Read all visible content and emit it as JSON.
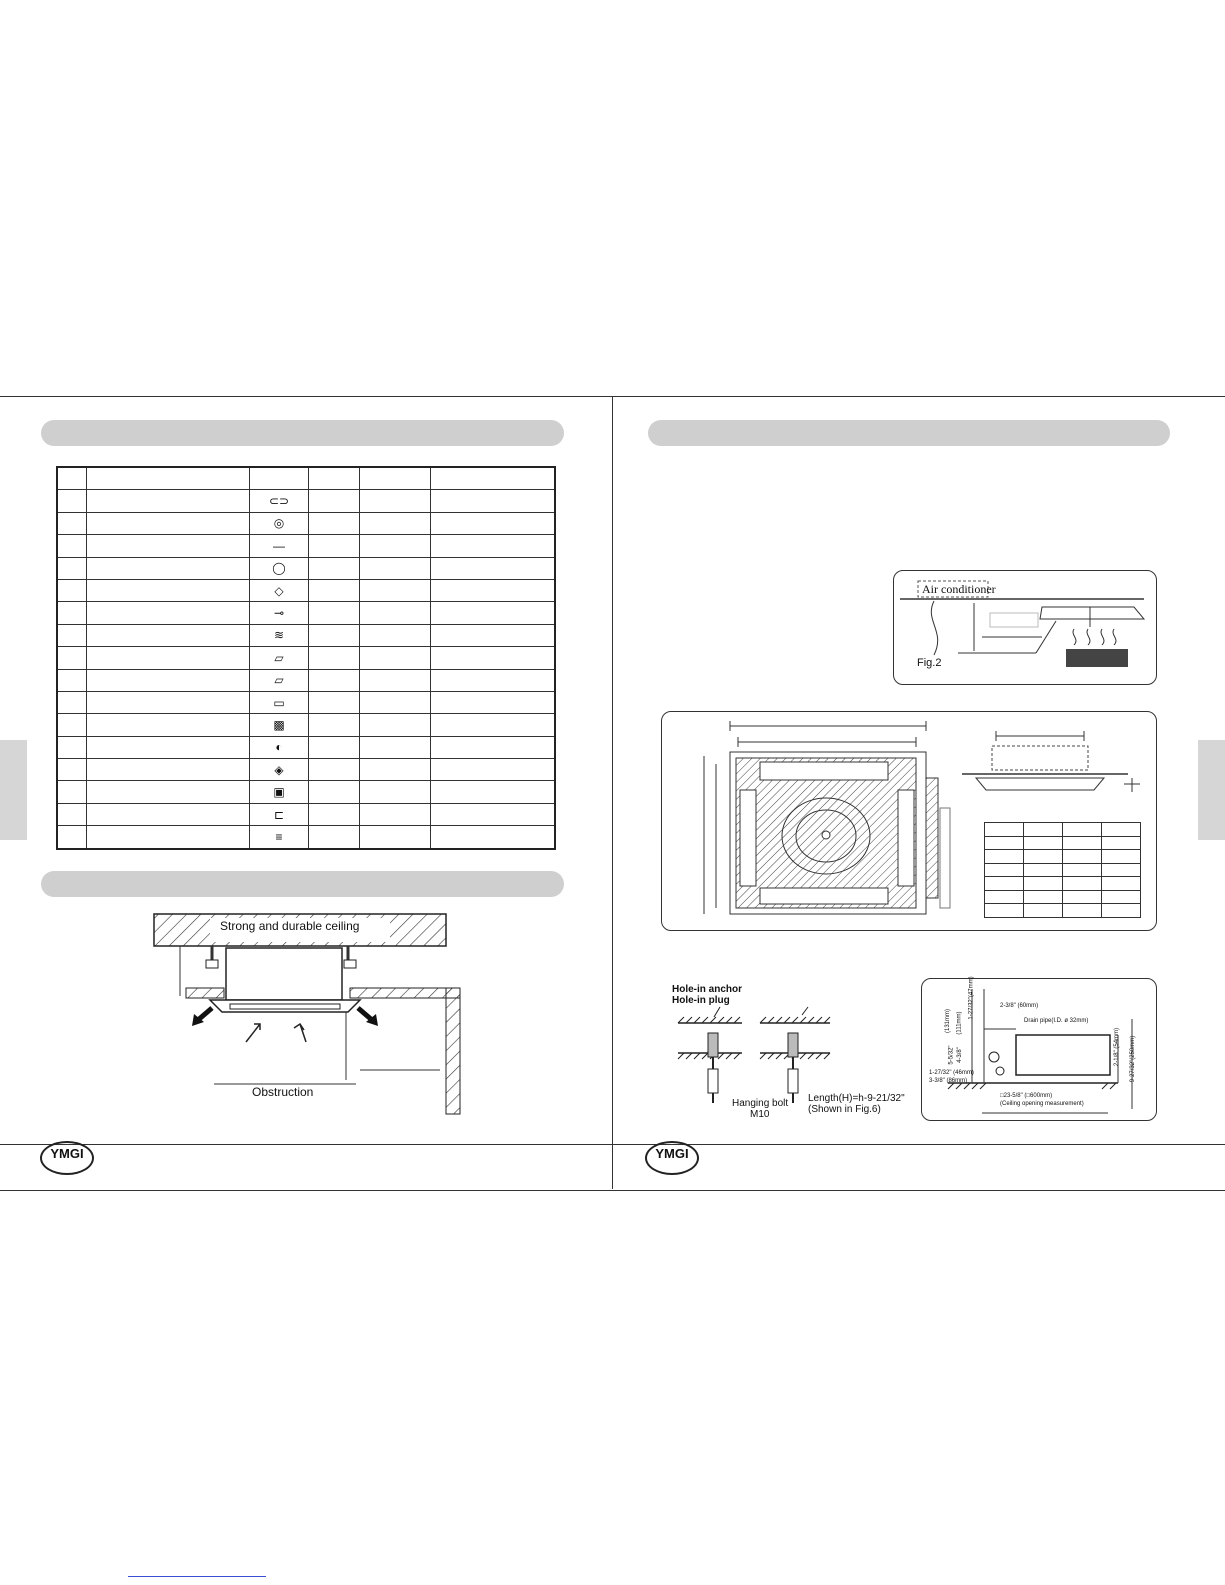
{
  "left_page": {
    "header_bars": [
      "",
      ""
    ],
    "accessory_table": {
      "rows": 17,
      "icons": [
        "",
        "bolt-icon",
        "coil-icon",
        "rod-icon",
        "washer-icon",
        "plate-icon",
        "screw-icon",
        "spring-icon",
        "pad-icon",
        "pad-icon",
        "strip-icon",
        "block-icon",
        "roll-icon",
        "cone-icon",
        "clip-icon",
        "tag-icon",
        "cable-icon"
      ]
    },
    "ceiling_diagram": {
      "ceiling_label": "Strong and durable ceiling",
      "obstruction_label": "Obstruction"
    },
    "logo_text": "YMGI"
  },
  "right_page": {
    "fig2": {
      "air_conditioner_label": "Air conditioner",
      "fig_label": "Fig.2"
    },
    "anchor_diagram": {
      "label_anchor": "Hole-in anchor",
      "label_plug": "Hole-in plug",
      "label_bolt_1": "Hanging bolt",
      "label_bolt_2": "M10",
      "label_length_1": "Length(H)=h-9-21/32\"",
      "label_length_2": "(Shown in Fig.6)"
    },
    "dimension_diagram": {
      "d_top": "2-3/8\" (60mm)",
      "d_drain": "Drain pipe(I.D. ø 32mm)",
      "d_v1": "(131mm)",
      "d_v2": "(111mm)",
      "d_v3": "1-27/32\"(47mm)",
      "d_v4": "5-5/32\"",
      "d_v5": "4-3/8\"",
      "d_h1": "1-27/32\" (46mm)",
      "d_h2": "3-3/8\" (86mm)",
      "d_r1": "2-1/8\" (54mm)",
      "d_r2": "9-27/32\"(250mm)",
      "d_bottom1": "□23-5/8\" (□600mm)",
      "d_bottom2": "(Ceiling opening measurement)"
    },
    "logo_text": "YMGI"
  },
  "colors": {
    "bar": "#cfcfcf",
    "line": "#222222"
  }
}
